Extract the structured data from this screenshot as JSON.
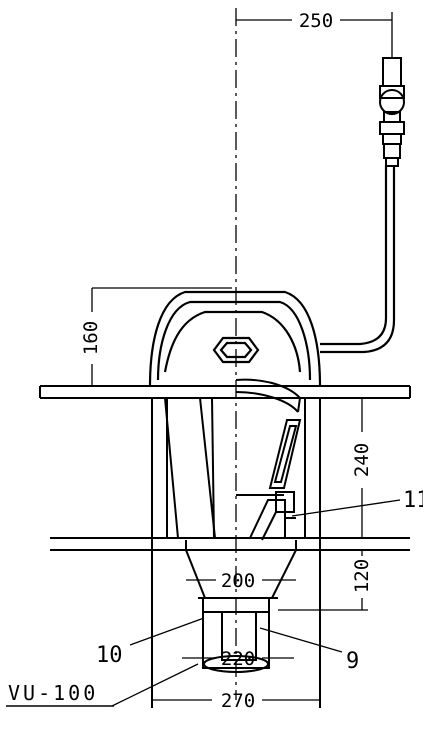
{
  "dimensions": {
    "top_offset": "250",
    "bowl_height": "160",
    "body_height": "240",
    "lower_height": "120",
    "inner_width": "200",
    "bottom_width": "220",
    "outer_width": "270"
  },
  "callouts": {
    "part_11": "11",
    "part_10": "10",
    "part_9": "9"
  },
  "model_label": "VU-100"
}
